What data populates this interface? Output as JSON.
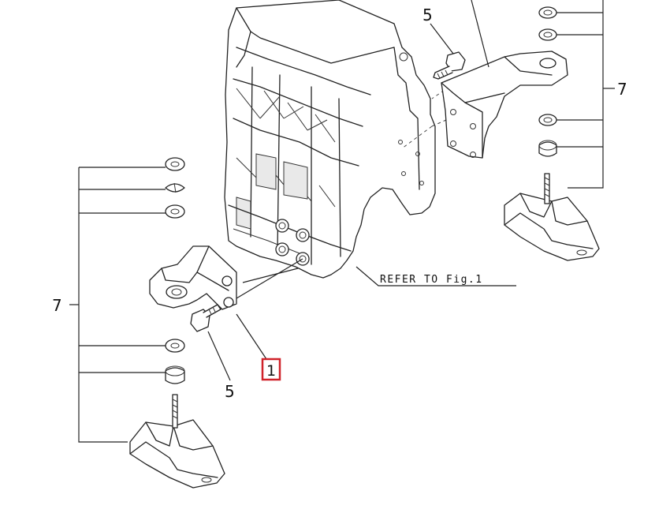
{
  "diagram": {
    "reference_note": "REFER TO Fig.1",
    "callouts": {
      "highlighted_part": "1",
      "bolt_top": "5",
      "bolt_bottom": "5",
      "mount_kit_right": "7",
      "mount_kit_left": "7"
    },
    "colors": {
      "line": "#222222",
      "highlight_border": "#d0222a",
      "background": "#ffffff"
    }
  }
}
